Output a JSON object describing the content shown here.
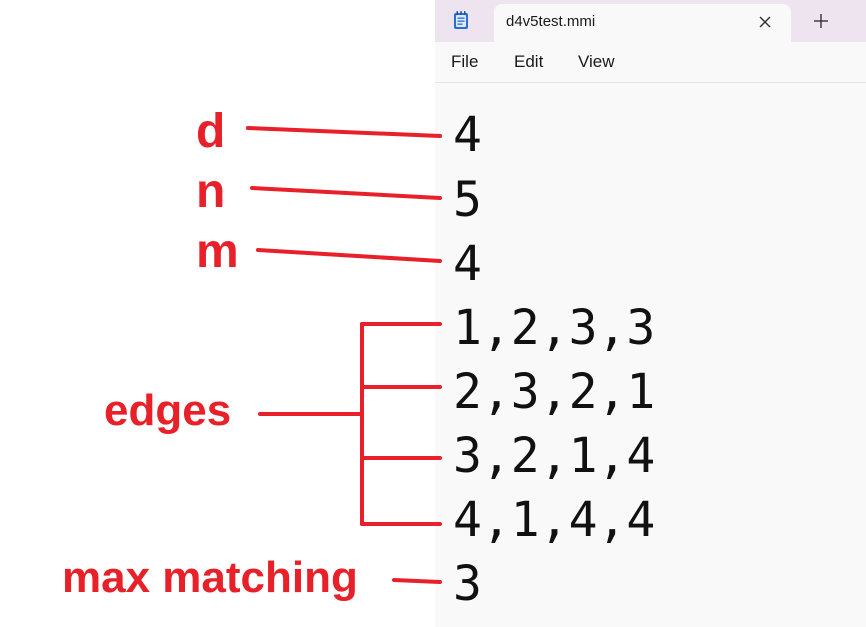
{
  "window": {
    "tab_title": "d4v5test.mmi",
    "new_tab_symbol": "+",
    "icons": {
      "app": "notepad-icon",
      "close": "close-icon",
      "new_tab": "plus-icon"
    }
  },
  "menu": {
    "file": "File",
    "edit": "Edit",
    "view": "View"
  },
  "editor": {
    "lines": [
      "4",
      "5",
      "4",
      "1,2,3,3",
      "2,3,2,1",
      "3,2,1,4",
      "4,1,4,4",
      "3"
    ]
  },
  "annotations": {
    "color": "#e8202a",
    "d": "d",
    "n": "n",
    "m": "m",
    "edges": "edges",
    "max_matching": "max matching"
  }
}
